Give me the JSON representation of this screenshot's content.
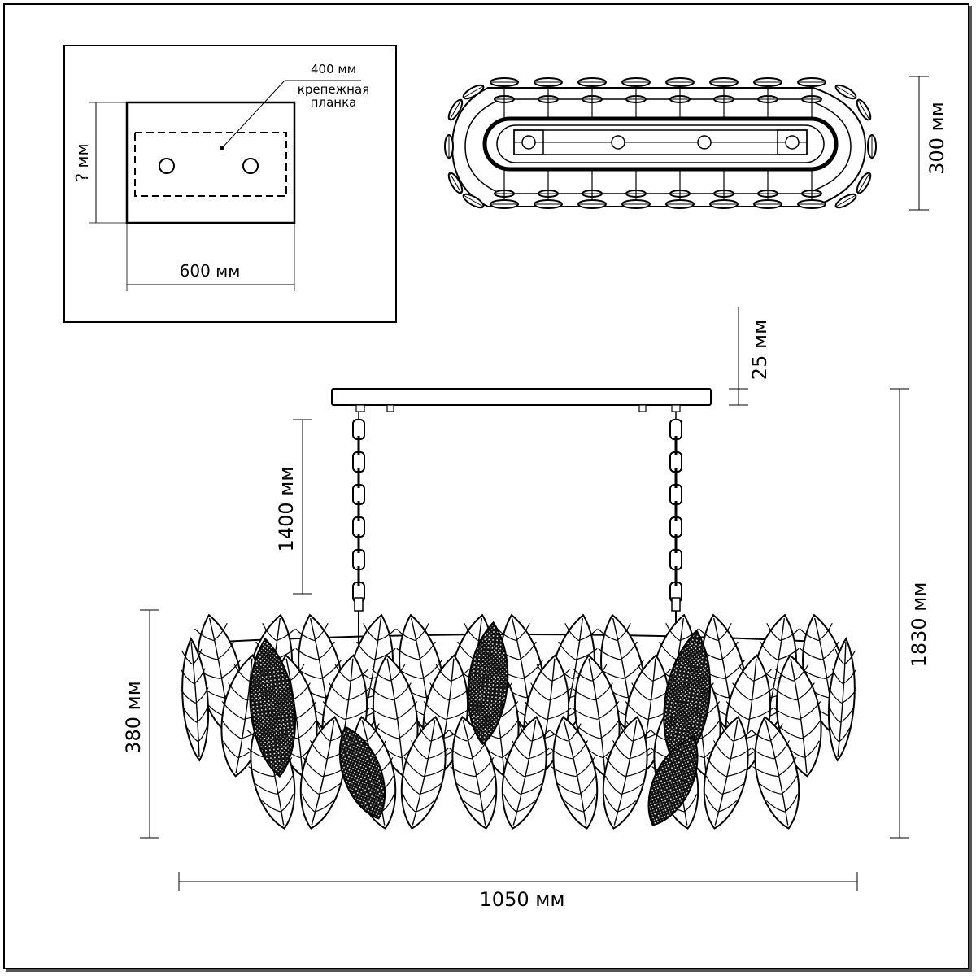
{
  "mount_plate": {
    "width_label": "600 мм",
    "height_label": "? мм",
    "bracket_width_label": "400 мм",
    "bracket_caption_line1": "крепежная",
    "bracket_caption_line2": "планка"
  },
  "top_view": {
    "depth_label": "300 мм"
  },
  "side_view": {
    "canopy_height_label": "25 мм",
    "chain_length_label": "1400 мм",
    "total_height_label": "1830 мм",
    "body_height_label": "380 мм",
    "width_label": "1050 мм"
  }
}
